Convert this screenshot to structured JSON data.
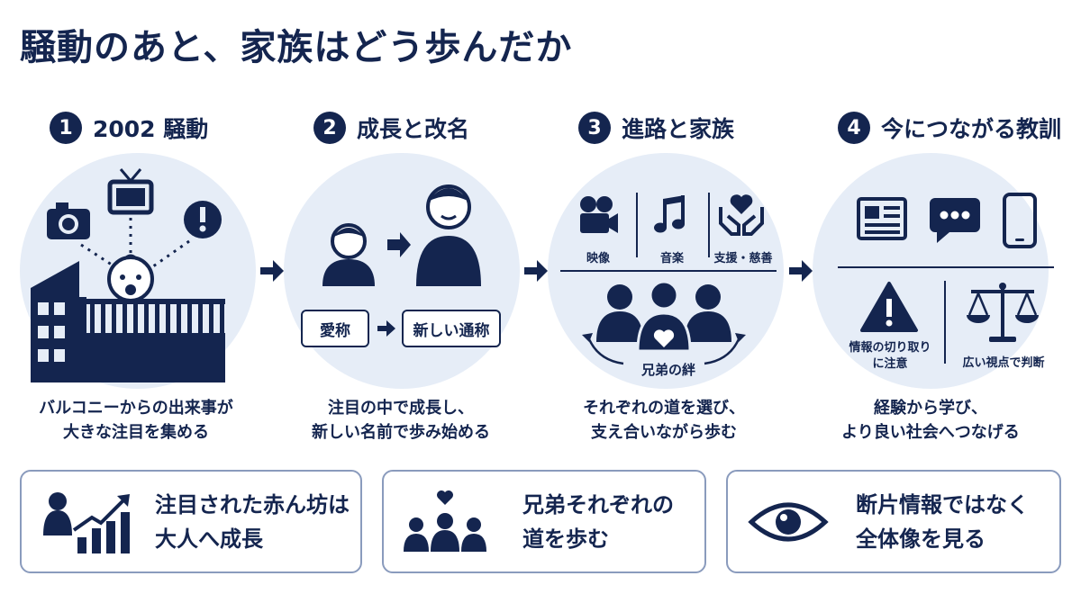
{
  "title": "騒動のあと、家族はどう歩んだか",
  "steps": [
    {
      "num": "1",
      "title": "2002 騒動",
      "caption_line1": "バルコニーからの出来事が",
      "caption_line2": "大きな注目を集める"
    },
    {
      "num": "2",
      "title": "成長と改名",
      "caption_line1": "注目の中で成長し、",
      "caption_line2": "新しい名前で歩み始める",
      "chip_old": "愛称",
      "chip_new": "新しい通称"
    },
    {
      "num": "3",
      "title": "進路と家族",
      "caption_line1": "それぞれの道を選び、",
      "caption_line2": "支え合いながら歩む",
      "icon_labels": [
        "映像",
        "音楽",
        "支援・慈善"
      ],
      "bond_label": "兄弟の絆"
    },
    {
      "num": "4",
      "title": "今につながる教訓",
      "caption_line1": "経験から学び、",
      "caption_line2": "より良い社会へつなげる",
      "warn_label_line1": "情報の切り取り",
      "warn_label_line2": "に注意",
      "scale_label": "広い視点で判断"
    }
  ],
  "bottom": [
    {
      "line1": "注目された赤ん坊は",
      "line2": "大人へ成長",
      "icon": "growth-chart-person-icon"
    },
    {
      "line1": "兄弟それぞれの",
      "line2": "道を歩む",
      "icon": "family-heart-icon"
    },
    {
      "line1": "断片情報ではなく",
      "line2": "全体像を見る",
      "icon": "eye-icon"
    }
  ],
  "colors": {
    "navy": "#14254f",
    "circle_bg": "#e6edf7",
    "box_border": "#8a9bbd"
  }
}
